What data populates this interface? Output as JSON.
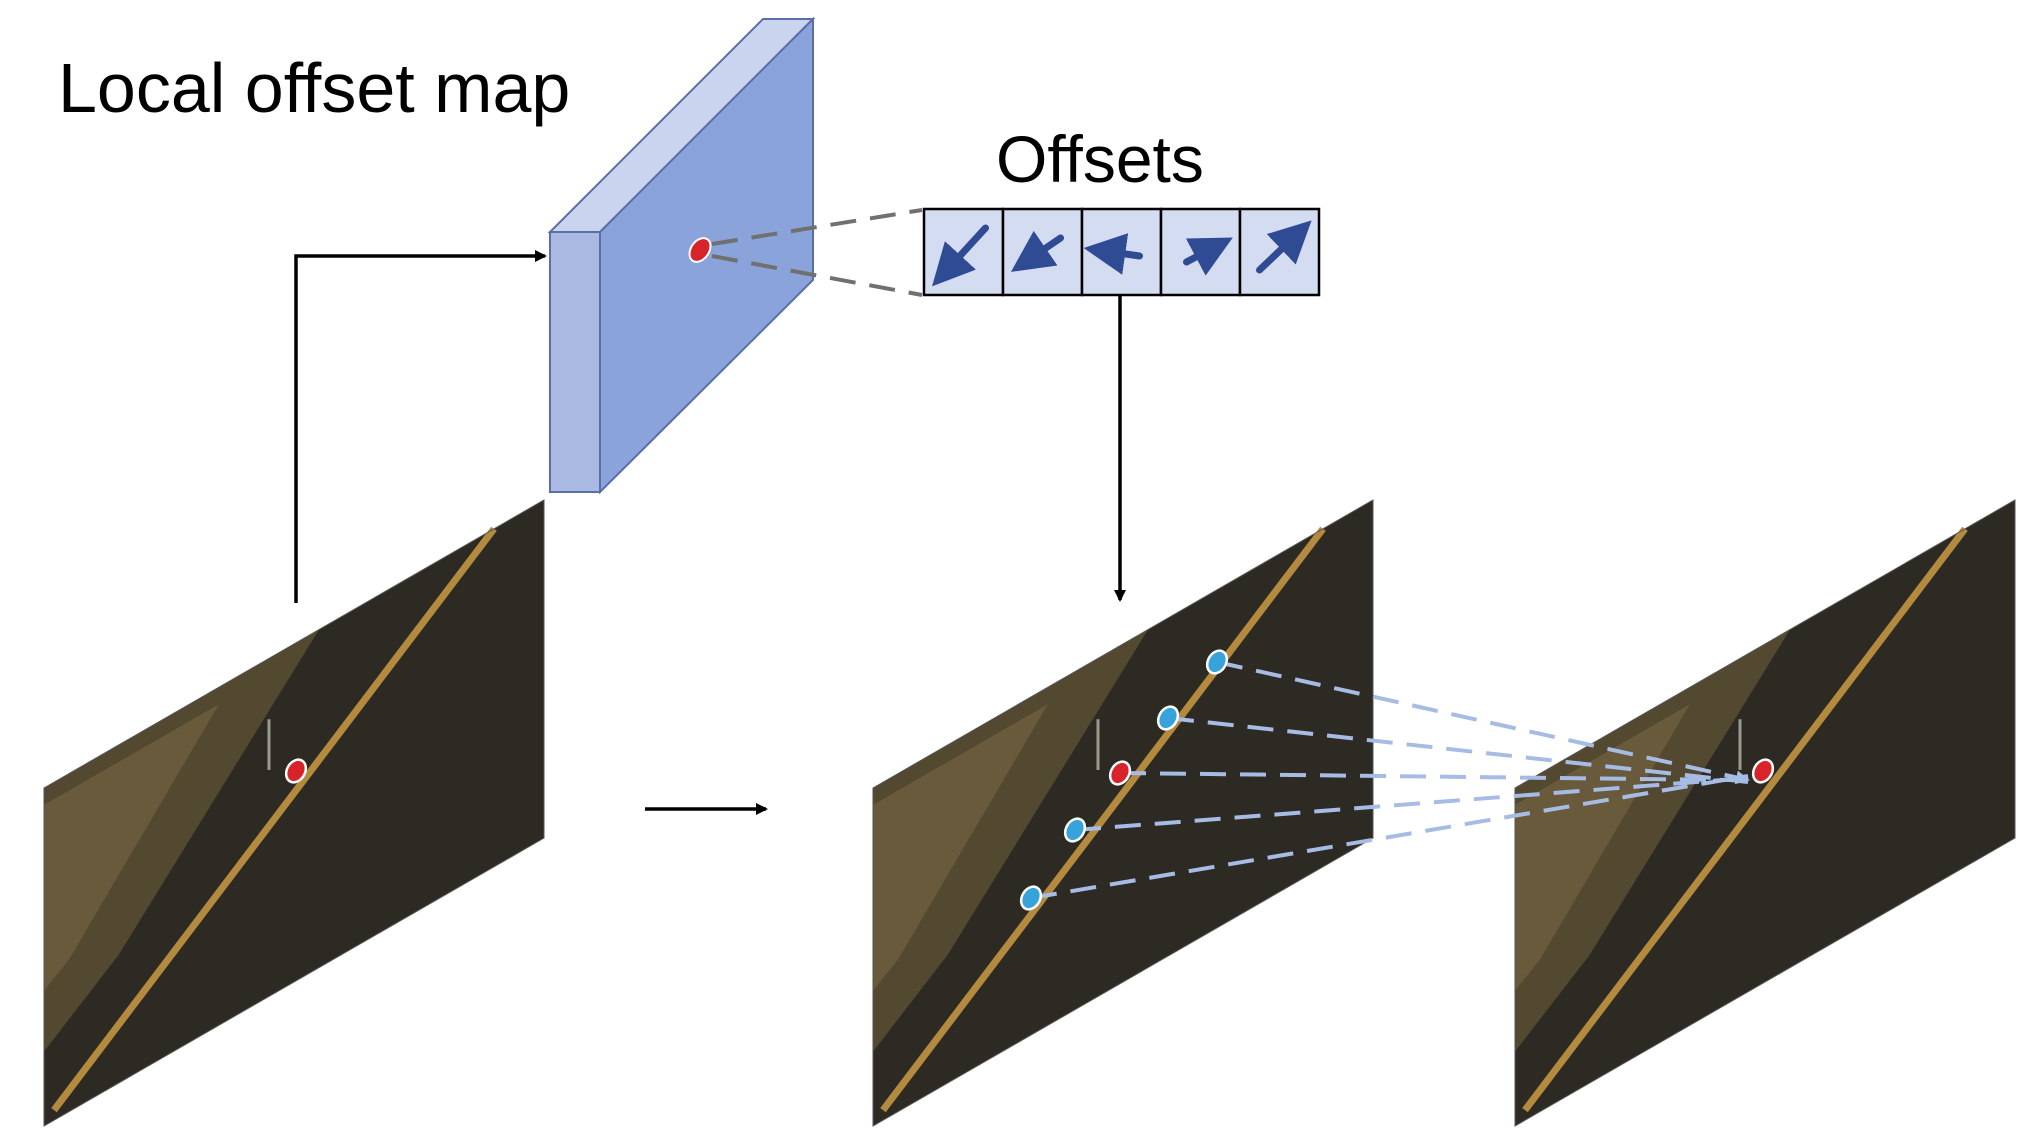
{
  "title": "Local offset map",
  "offsets_label": "Offsets",
  "colors": {
    "map_front": "#8aa3da",
    "map_side": "#aab9e2",
    "map_top": "#c9d4ee",
    "cell_fill": "#d4dcf1",
    "arrow_blue": "#2f4b93",
    "dash_blue": "#a7bce4",
    "dash_gray": "#707070",
    "red_point": "#d8232a",
    "blue_point": "#38a2db",
    "road_dark": "#2d2a24",
    "lane_line": "#b48a3e"
  },
  "offset_cells": [
    {
      "icon": "arrow-down-left-icon"
    },
    {
      "icon": "arrow-down-left-icon"
    },
    {
      "icon": "arrow-left-icon"
    },
    {
      "icon": "arrow-up-right-icon"
    },
    {
      "icon": "arrow-up-right-icon"
    }
  ],
  "panels": [
    {
      "name": "input-road-image"
    },
    {
      "name": "sampled-road-image"
    },
    {
      "name": "output-road-image"
    }
  ]
}
